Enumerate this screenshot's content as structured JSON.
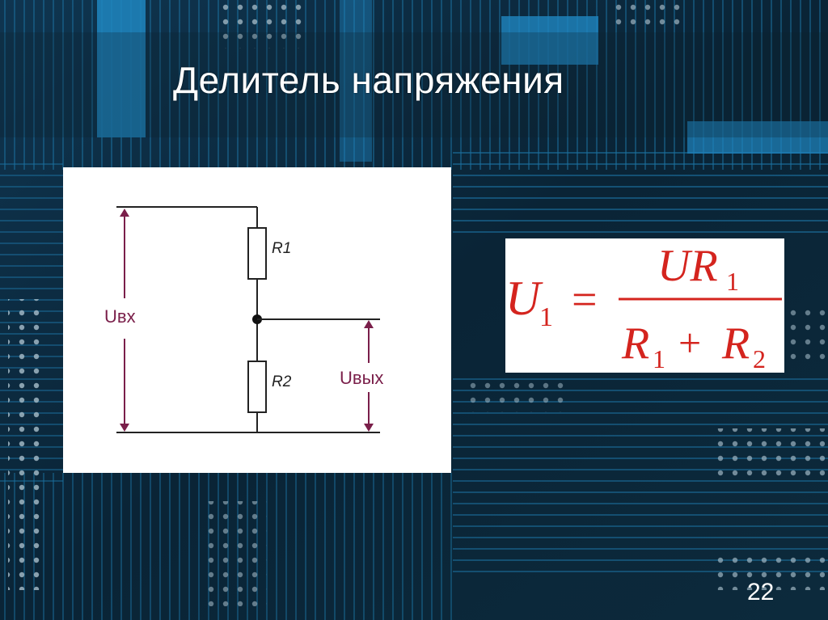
{
  "slide": {
    "title": "Делитель напряжения",
    "page_number": "22"
  },
  "diagram": {
    "resistor_top_label": "R1",
    "resistor_bottom_label": "R2",
    "input_voltage_label": "Uвх",
    "output_voltage_label": "Uвых",
    "wire_color": "#222222",
    "arrow_color": "#7a1f4a"
  },
  "formula": {
    "lhs": "U",
    "lhs_sub": "1",
    "equals": "=",
    "numerator": "UR",
    "numerator_sub": "1",
    "denom_a": "R",
    "denom_a_sub": "1",
    "plus": "+",
    "denom_b": "R",
    "denom_b_sub": "2",
    "color": "#d4241e"
  },
  "colors": {
    "board_dark": "#0b2233",
    "trace_blue": "#1e7fb4",
    "trace_light": "#3fa6d6"
  }
}
